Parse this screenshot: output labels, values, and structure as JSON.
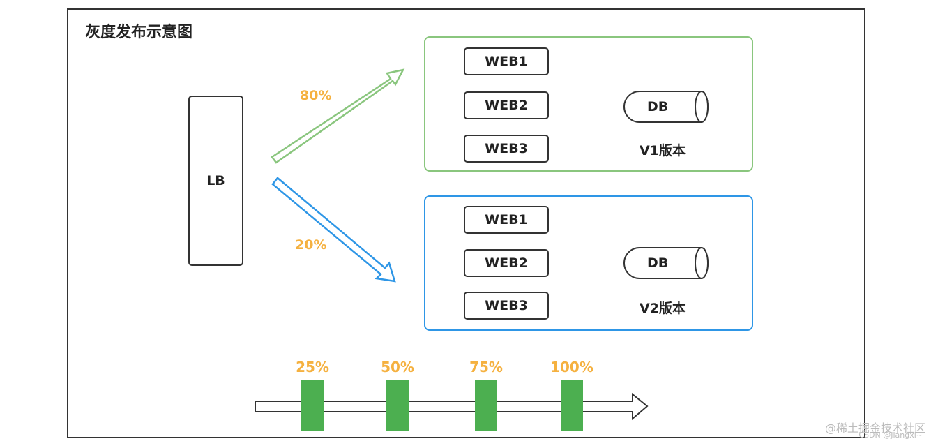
{
  "title": "灰度发布示意图",
  "lb": {
    "label": "LB"
  },
  "routes": [
    {
      "label": "80%",
      "color": "#8ac67e"
    },
    {
      "label": "20%",
      "color": "#2e96e6"
    }
  ],
  "groups": [
    {
      "version_label": "V1版本",
      "border_color": "#8ac67e",
      "servers": [
        "WEB1",
        "WEB2",
        "WEB3"
      ],
      "db_label": "DB"
    },
    {
      "version_label": "V2版本",
      "border_color": "#2e96e6",
      "servers": [
        "WEB1",
        "WEB2",
        "WEB3"
      ],
      "db_label": "DB"
    }
  ],
  "progress": {
    "stages": [
      "25%",
      "50%",
      "75%",
      "100%"
    ],
    "marker_color": "#4caf50"
  },
  "watermark": {
    "line1": "@稀土掘金技术社区",
    "line2": "CSDN @Jiangxl~"
  }
}
